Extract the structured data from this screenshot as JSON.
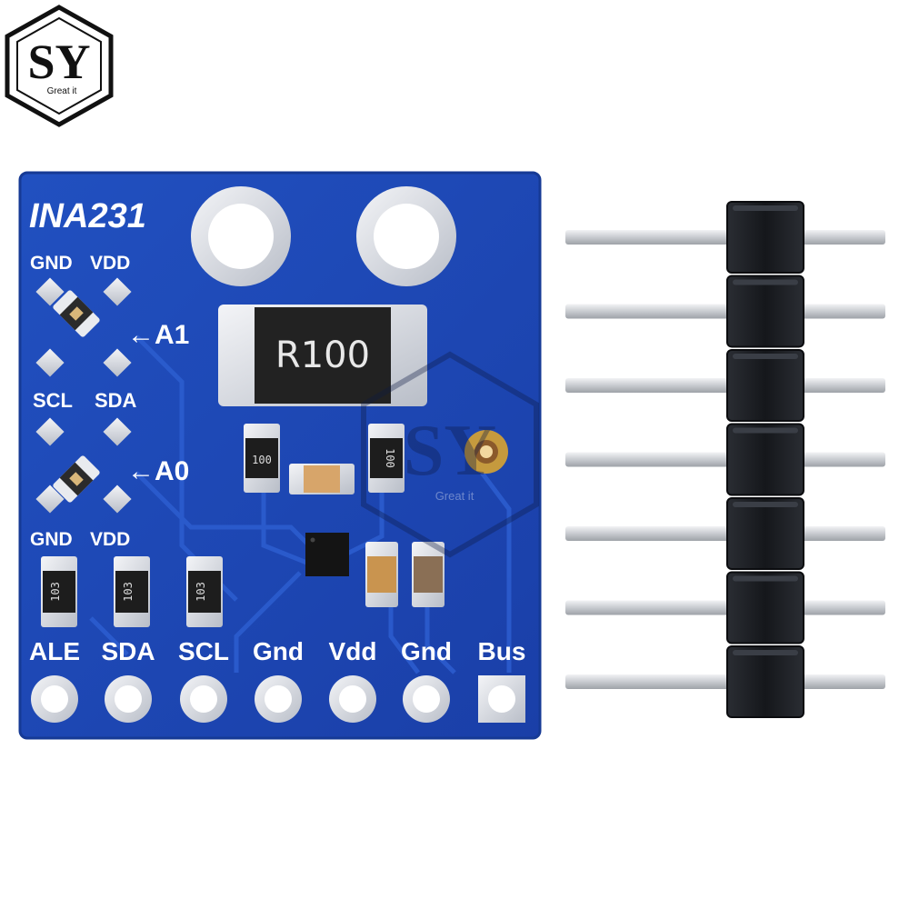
{
  "logo": {
    "letters": "SY",
    "tagline": "Great it"
  },
  "board": {
    "title": "INA231",
    "address_labels": {
      "top_gnd": "GND",
      "top_vdd": "VDD",
      "a1": "←A1",
      "scl": "SCL",
      "sda": "SDA",
      "a0": "←A0",
      "bottom_gnd": "GND",
      "bottom_vdd": "VDD"
    },
    "shunt_resistor": "R100",
    "small_resistors": [
      "100",
      "100"
    ],
    "pullup_resistors": [
      "103",
      "103",
      "103"
    ],
    "pins": [
      "ALE",
      "SDA",
      "SCL",
      "Gnd",
      "Vdd",
      "Gnd",
      "Bus"
    ]
  },
  "watermark": {
    "letters": "SY",
    "tagline": "Great it"
  },
  "colors": {
    "pcb": "#1c47b3",
    "pcb_edge": "#163a95",
    "pad": "#d9dde6",
    "silkscreen": "#ffffff",
    "header_plastic": "#1b1d22",
    "header_pin": "#d4d6da"
  },
  "header": {
    "pin_count": 7
  }
}
